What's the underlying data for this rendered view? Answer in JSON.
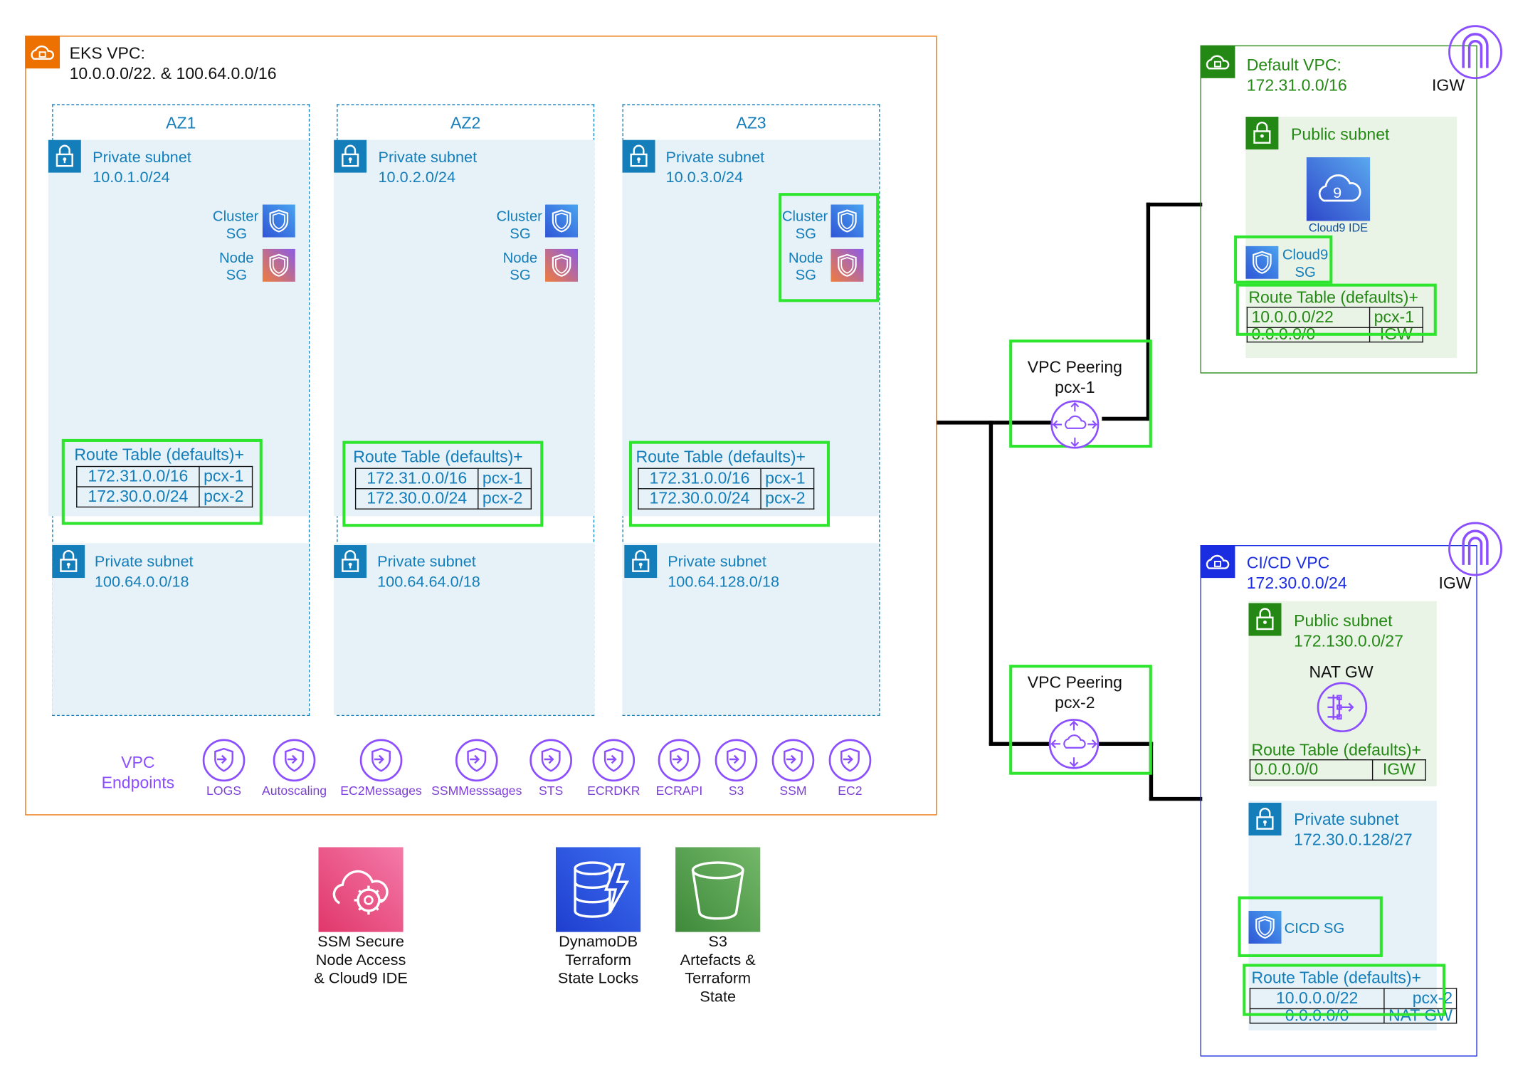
{
  "eks_vpc": {
    "name": "EKS VPC:",
    "cidrs": "10.0.0.0/22. & 100.64.0.0/16",
    "azs": [
      {
        "name": "AZ1",
        "private_subnet_1": {
          "label": "Private subnet",
          "cidr": "10.0.1.0/24"
        },
        "private_subnet_2": {
          "label": "Private subnet",
          "cidr": "100.64.0.0/18"
        },
        "cluster_sg_line1": "Cluster",
        "cluster_sg_line2": "SG",
        "node_sg_line1": "Node",
        "node_sg_line2": "SG",
        "route_table": {
          "title": "Route Table (defaults)+",
          "rows": [
            [
              "172.31.0.0/16",
              "pcx-1"
            ],
            [
              "172.30.0.0/24",
              "pcx-2"
            ]
          ]
        }
      },
      {
        "name": "AZ2",
        "private_subnet_1": {
          "label": "Private subnet",
          "cidr": "10.0.2.0/24"
        },
        "private_subnet_2": {
          "label": "Private subnet",
          "cidr": "100.64.64.0/18"
        },
        "cluster_sg_line1": "Cluster",
        "cluster_sg_line2": "SG",
        "node_sg_line1": "Node",
        "node_sg_line2": "SG",
        "route_table": {
          "title": "Route Table (defaults)+",
          "rows": [
            [
              "172.31.0.0/16",
              "pcx-1"
            ],
            [
              "172.30.0.0/24",
              "pcx-2"
            ]
          ]
        }
      },
      {
        "name": "AZ3",
        "private_subnet_1": {
          "label": "Private subnet",
          "cidr": "10.0.3.0/24"
        },
        "private_subnet_2": {
          "label": "Private subnet",
          "cidr": "100.64.128.0/18"
        },
        "cluster_sg_line1": "Cluster",
        "cluster_sg_line2": "SG",
        "node_sg_line1": "Node",
        "node_sg_line2": "SG",
        "route_table": {
          "title": "Route Table (defaults)+",
          "rows": [
            [
              "172.31.0.0/16",
              "pcx-1"
            ],
            [
              "172.30.0.0/24",
              "pcx-2"
            ]
          ]
        }
      }
    ],
    "endpoints_title_line1": "VPC",
    "endpoints_title_line2": "Endpoints",
    "endpoints": [
      "LOGS",
      "Autoscaling",
      "EC2Messages",
      "SSMMesssages",
      "STS",
      "ECRDKR",
      "ECRAPI",
      "S3",
      "SSM",
      "EC2"
    ]
  },
  "services": [
    {
      "name_lines": [
        "SSM Secure",
        "Node Access",
        "& Cloud9 IDE"
      ],
      "icon": "ssm-icon"
    },
    {
      "name_lines": [
        "DynamoDB",
        "Terraform",
        "State Locks"
      ],
      "icon": "dynamodb-icon"
    },
    {
      "name_lines": [
        "S3",
        "Artefacts &",
        "Terraform",
        "State"
      ],
      "icon": "s3-bucket-icon"
    }
  ],
  "peerings": [
    {
      "line1": "VPC Peering",
      "line2": "pcx-1"
    },
    {
      "line1": "VPC Peering",
      "line2": "pcx-2"
    }
  ],
  "default_vpc": {
    "name": "Default VPC:",
    "cidr": "172.31.0.0/16",
    "igw": "IGW",
    "public_subnet": "Public subnet",
    "cloud9_label": "Cloud9 IDE",
    "cloud9_sg_line1": "Cloud9",
    "cloud9_sg_line2": "SG",
    "route_table": {
      "title": "Route Table (defaults)+",
      "rows": [
        [
          "10.0.0.0/22",
          "pcx-1"
        ],
        [
          "0.0.0.0/0",
          "IGW"
        ]
      ]
    }
  },
  "cicd_vpc": {
    "name": "CI/CD VPC",
    "cidr": "172.30.0.0/24",
    "igw": "IGW",
    "public_subnet": {
      "label": "Public subnet",
      "cidr": "172.130.0.0/27"
    },
    "nat_gw": "NAT GW",
    "public_route_table": {
      "title": "Route Table (defaults)+",
      "rows": [
        [
          "0.0.0.0/0",
          "IGW"
        ]
      ]
    },
    "private_subnet": {
      "label": "Private subnet",
      "cidr": "172.30.0.128/27"
    },
    "cicd_sg": "CICD SG",
    "private_route_table": {
      "title": "Route Table (defaults)+",
      "rows": [
        [
          "10.0.0.0/22",
          "pcx-2"
        ],
        [
          "0.0.0.0/0",
          "NAT GW"
        ]
      ]
    }
  },
  "colors": {
    "eks_border": "#ed7100",
    "default_vpc_border": "#248814",
    "cicd_border": "#1b2de0",
    "highlight": "#2ee52e",
    "subnet_fill": "#e6f2f8",
    "endpoint_purple": "#8c4fff"
  }
}
